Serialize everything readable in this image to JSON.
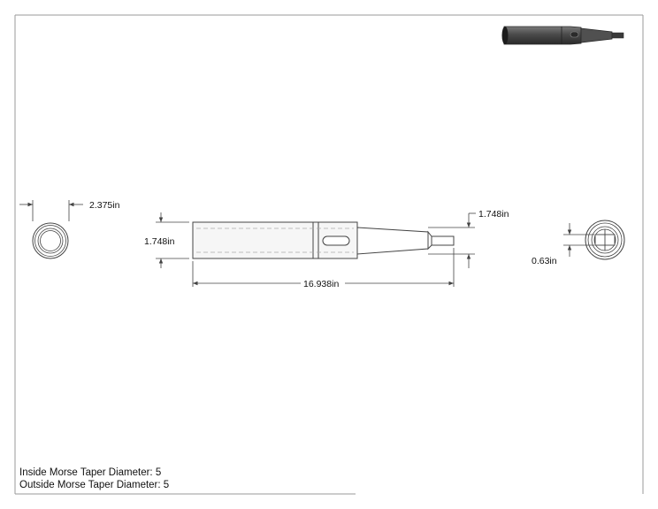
{
  "dimensions": {
    "end_diameter": "2.375in",
    "left_height": "1.748in",
    "right_height": "1.748in",
    "overall_length": "16.938in",
    "tang_thickness": "0.63in"
  },
  "notes": [
    {
      "label": "Inside Morse Taper Diameter:",
      "value": "5"
    },
    {
      "label": "Outside Morse Taper Diameter:",
      "value": "5"
    }
  ],
  "colors": {
    "line": "#444444",
    "sleeve_fill": "#f6f6f6",
    "iso_dark": "#3c3c3c",
    "iso_mid": "#5a5a5a"
  }
}
